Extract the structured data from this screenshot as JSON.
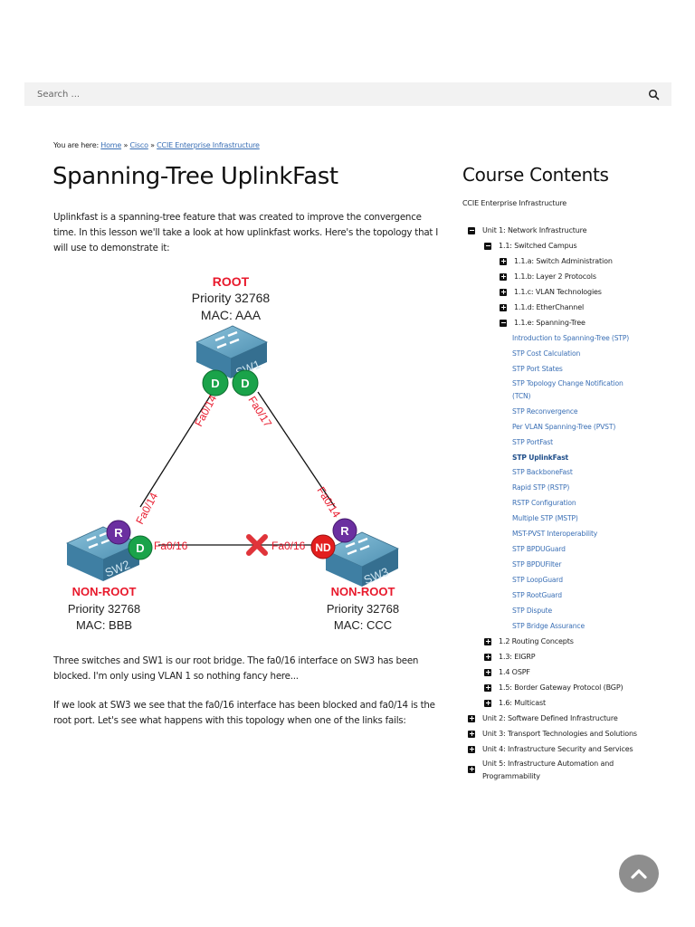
{
  "search": {
    "placeholder": "Search ...",
    "icon": "search-icon"
  },
  "breadcrumb": {
    "prefix": "You are here:",
    "separator": "»",
    "items": [
      "Home",
      "Cisco",
      "CCIE Enterprise Infrastructure"
    ]
  },
  "article": {
    "title": "Spanning-Tree UplinkFast",
    "paragraphs": [
      "Uplinkfast is a spanning-tree feature that was created to improve the convergence time. In this lesson we'll take a look at how uplinkfast works. Here's the topology that I will use to demonstrate it:",
      "Three switches and SW1 is our root bridge. The fa0/16 interface on SW3 has been blocked. I'm only using VLAN 1 so nothing fancy here...",
      "If we look at SW3 we see that the fa0/16 interface has been blocked and fa0/14 is the root port. Let's see what happens with this topology when one of the links fails:"
    ]
  },
  "diagram": {
    "switches": [
      {
        "name": "SW1",
        "role": "ROOT",
        "priority": "Priority 32768",
        "mac": "MAC: AAA"
      },
      {
        "name": "SW2",
        "role": "NON-ROOT",
        "priority": "Priority 32768",
        "mac": "MAC: BBB"
      },
      {
        "name": "SW3",
        "role": "NON-ROOT",
        "priority": "Priority 32768",
        "mac": "MAC: CCC"
      }
    ],
    "ports": {
      "sw1_left": {
        "label": "Fa0/14",
        "state": "D"
      },
      "sw1_right": {
        "label": "Fa0/17",
        "state": "D"
      },
      "sw2_up": {
        "label": "Fa0/14",
        "state": "R"
      },
      "sw2_right": {
        "label": "Fa0/16",
        "state": "D"
      },
      "sw3_up": {
        "label": "Fa0/14",
        "state": "R"
      },
      "sw3_left": {
        "label": "Fa0/16",
        "state": "ND"
      }
    },
    "colors": {
      "designated": "#1aa34a",
      "root_port": "#6b2fa0",
      "non_designated": "#e31e1e",
      "label_red": "#e8192c",
      "switch_body": "#4f8fb0"
    }
  },
  "sidebar": {
    "title": "Course Contents",
    "course": "CCIE Enterprise Infrastructure",
    "tree": [
      {
        "label": "Unit 1: Network Infrastructure",
        "icon": "minus"
      },
      {
        "label": "1.1: Switched Campus",
        "icon": "minus"
      },
      {
        "label": "1.1.a: Switch Administration",
        "icon": "plus"
      },
      {
        "label": "1.1.b: Layer 2 Protocols",
        "icon": "plus"
      },
      {
        "label": "1.1.c: VLAN Technologies",
        "icon": "plus"
      },
      {
        "label": "1.1.d: EtherChannel",
        "icon": "plus"
      },
      {
        "label": "1.1.e: Spanning-Tree",
        "icon": "minus"
      }
    ],
    "lessons": [
      "Introduction to Spanning-Tree (STP)",
      "STP Cost Calculation",
      "STP Port States",
      "STP Topology Change Notification",
      "(TCN)",
      "STP Reconvergence",
      "Per VLAN Spanning-Tree (PVST)",
      "STP PortFast",
      "STP UplinkFast",
      "STP BackboneFast",
      "Rapid STP (RSTP)",
      "RSTP Configuration",
      "Multiple STP (MSTP)",
      "MST-PVST Interoperability",
      "STP BPDUGuard",
      "STP BPDUFilter",
      "STP LoopGuard",
      "STP RootGuard",
      "STP Dispute",
      "STP Bridge Assurance"
    ],
    "active_lesson": "STP UplinkFast",
    "after": [
      {
        "label": "1.2 Routing Concepts",
        "icon": "plus"
      },
      {
        "label": "1.3: EIGRP",
        "icon": "plus"
      },
      {
        "label": "1.4 OSPF",
        "icon": "plus"
      },
      {
        "label": "1.5: Border Gateway Protocol (BGP)",
        "icon": "plus"
      },
      {
        "label": "1.6: Multicast",
        "icon": "plus"
      },
      {
        "label": "Unit 2: Software Defined Infrastructure",
        "icon": "plus"
      },
      {
        "label": "Unit 3: Transport Technologies and Solutions",
        "icon": "plus"
      },
      {
        "label": "Unit 4: Infrastructure Security and Services",
        "icon": "plus"
      },
      {
        "label": "Unit 5: Infrastructure Automation and",
        "icon": "plus"
      },
      {
        "label": "Programmability",
        "icon": ""
      }
    ]
  },
  "back_to_top": {
    "icon": "chevron-up-icon"
  }
}
